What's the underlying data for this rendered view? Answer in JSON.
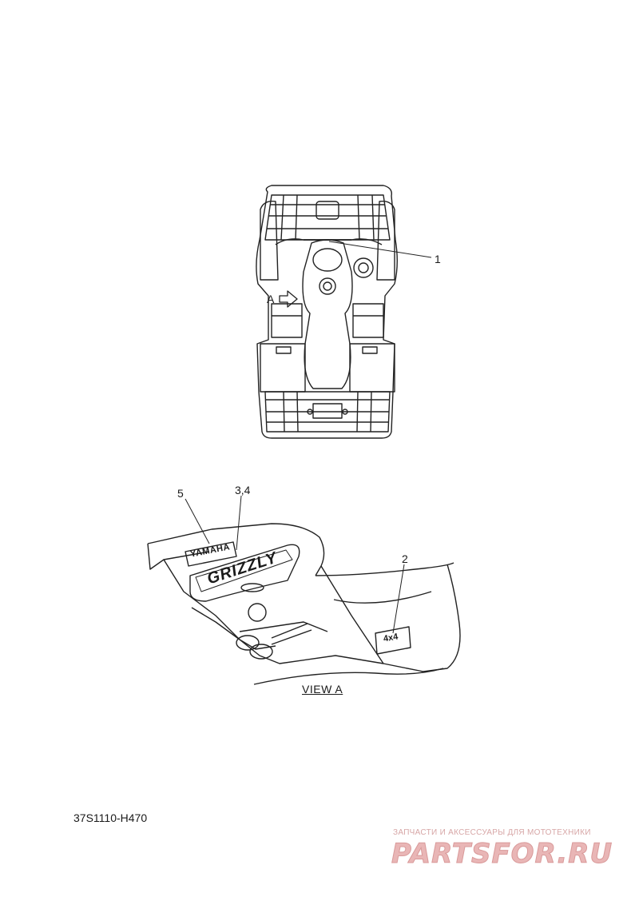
{
  "callouts": {
    "c1": "1",
    "c2": "2",
    "c34": "3,4",
    "c5": "5",
    "view_arrow_letter": "A"
  },
  "view_label": "VIEW A",
  "decals": {
    "brand": "YAMAHA",
    "model": "GRIZZLY",
    "badge": "4x4"
  },
  "part_code": "37S1110-H470",
  "watermark": {
    "tagline": "ЗАПЧАСТИ И АКСЕССУАРЫ ДЛЯ МОТОТЕХНИКИ",
    "logo": "PARTSFOR.RU"
  },
  "colors": {
    "line": "#222222",
    "watermark": "#e2a9a9"
  }
}
